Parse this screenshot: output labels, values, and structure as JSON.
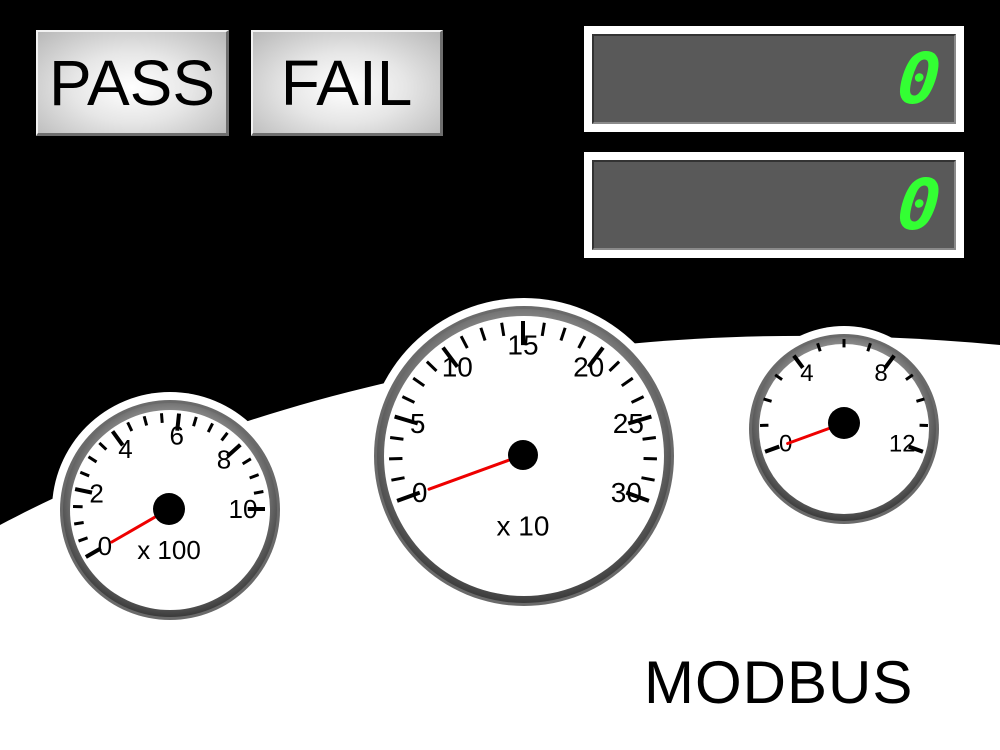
{
  "buttons": {
    "pass_label": "PASS",
    "fail_label": "FAIL"
  },
  "displays": {
    "top_value": "0",
    "bottom_value": "0"
  },
  "footer": {
    "modbus_label": "MODBUS"
  },
  "gauges": [
    {
      "id": "left",
      "labels": [
        "0",
        "2",
        "4",
        "6",
        "8",
        "10"
      ],
      "min": 0,
      "max": 10,
      "value": 0,
      "multiplier_label": "x 100"
    },
    {
      "id": "center",
      "labels": [
        "0",
        "5",
        "10",
        "15",
        "20",
        "25",
        "30"
      ],
      "min": 0,
      "max": 30,
      "value": 0,
      "multiplier_label": "x 10"
    },
    {
      "id": "right",
      "labels": [
        "0",
        "4",
        "8",
        "12"
      ],
      "min": 0,
      "max": 12,
      "value": 0,
      "multiplier_label": ""
    }
  ],
  "colors": {
    "needle": "#ee0000",
    "digits": "#33ff33",
    "background_dark": "#000000",
    "background_light": "#ffffff"
  },
  "icons": {
    "gauge": "dial-gauge-icon"
  }
}
